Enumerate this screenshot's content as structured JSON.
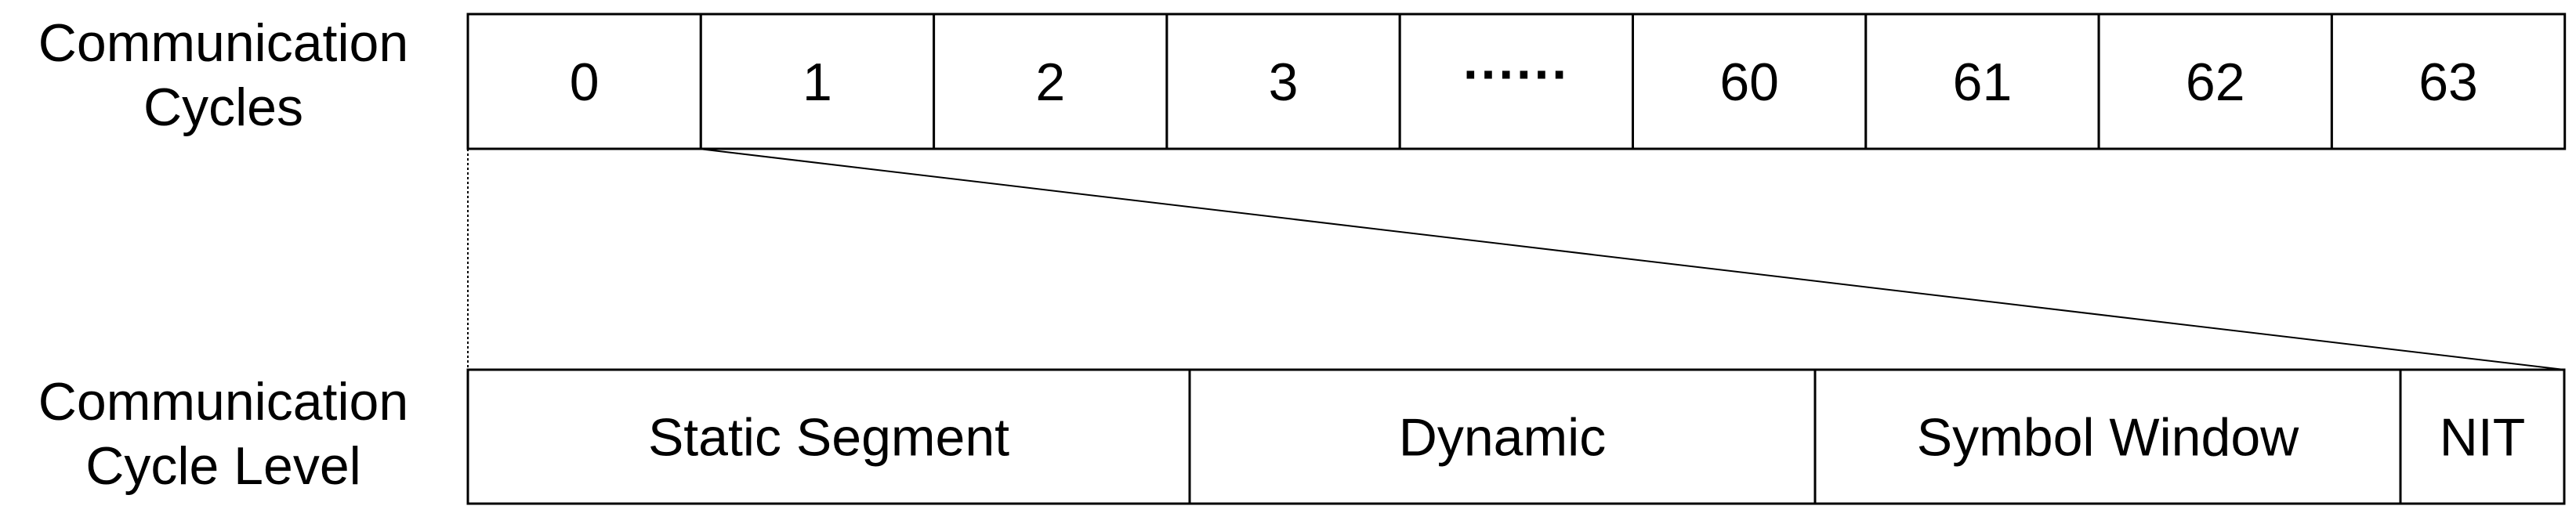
{
  "labels": {
    "top_line1": "Communication",
    "top_line2": "Cycles",
    "bottom_line1": "Communication",
    "bottom_line2": "Cycle Level"
  },
  "cycles": [
    "0",
    "1",
    "2",
    "3",
    "······",
    "60",
    "61",
    "62",
    "63"
  ],
  "segments": [
    {
      "label": "Static Segment"
    },
    {
      "label": "Dynamic"
    },
    {
      "label": "Symbol Window"
    },
    {
      "label": "NIT"
    }
  ]
}
